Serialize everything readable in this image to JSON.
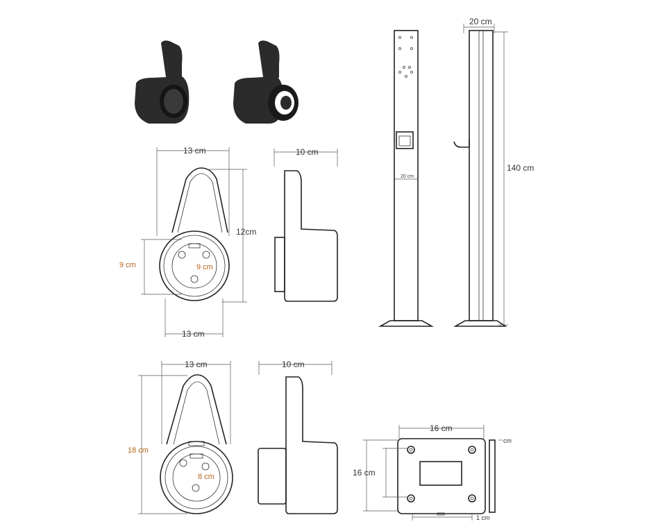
{
  "dimensions": {
    "holder_a_width": "13 cm",
    "holder_a_depth": "10 cm",
    "holder_a_height": "12cm",
    "holder_a_socket_height": "9 cm",
    "holder_a_pin_spacing": "9 cm",
    "holder_a_bottom_width": "13 cm",
    "holder_b_width": "13 cm",
    "holder_b_depth": "10 cm",
    "holder_b_height": "18 cm",
    "holder_b_pin_spacing": "8 cm",
    "pole_width": "20 cm",
    "pole_front_width": "20 cm",
    "pole_height": "140 cm",
    "plate_width": "16 cm",
    "plate_height": "16 cm",
    "plate_side_depth": "cm",
    "plate_offset": "1 cm"
  },
  "colors": {
    "line": "#222222",
    "dimension_accent": "#b5651d",
    "product": "#2b2b2b"
  }
}
